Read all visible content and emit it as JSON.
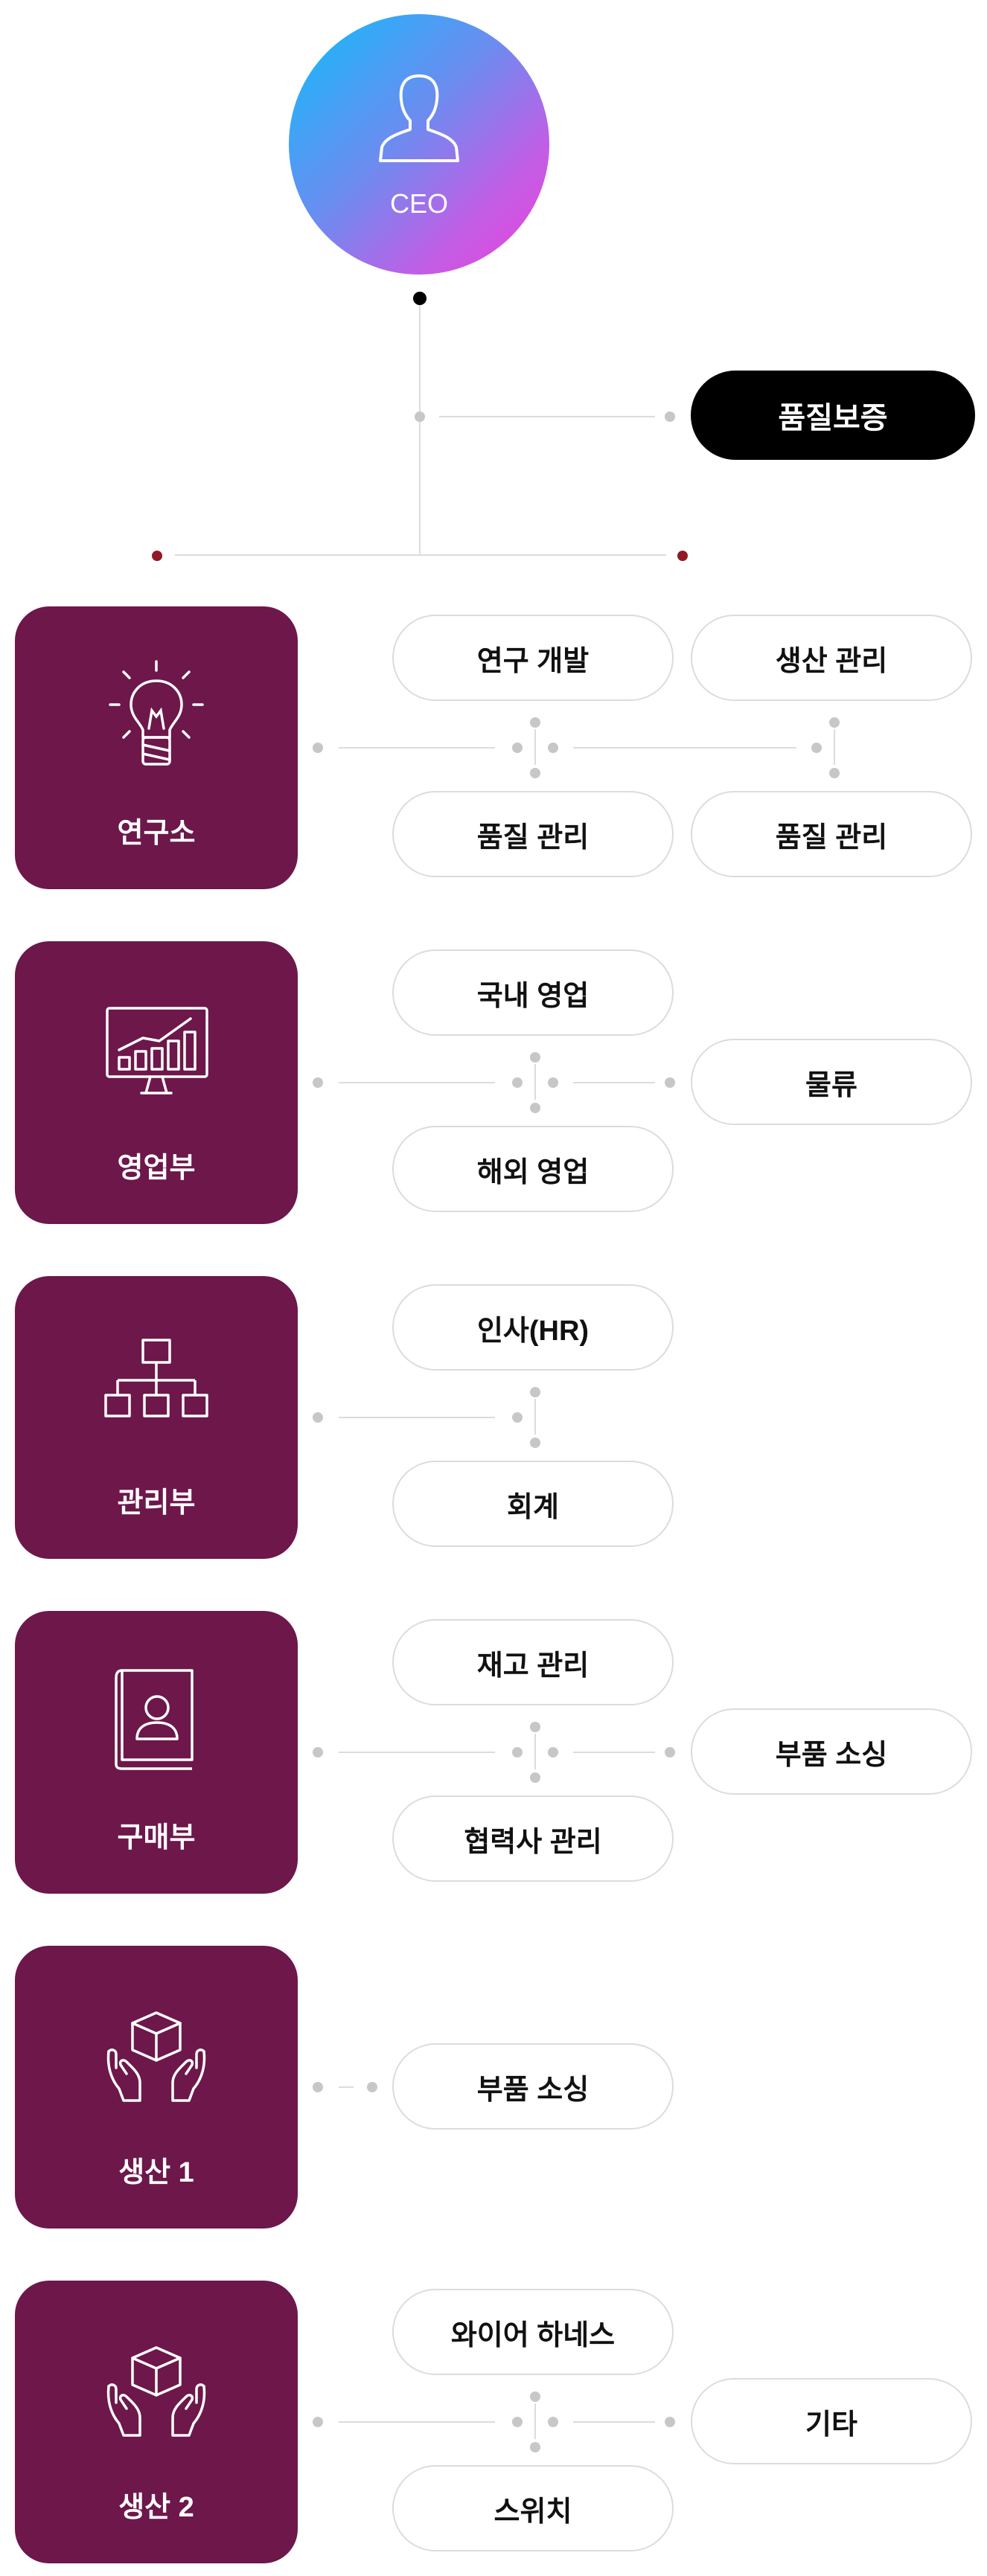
{
  "ceo": {
    "label": "CEO",
    "icon": "person-icon"
  },
  "quality_assurance": {
    "label": "품질보증"
  },
  "departments": [
    {
      "label": "연구소",
      "icon": "lightbulb-icon",
      "teams": [
        "연구 개발",
        "생산 관리",
        "품질 관리",
        "품질 관리"
      ]
    },
    {
      "label": "영업부",
      "icon": "presentation-chart-icon",
      "teams": [
        "국내 영업",
        "물류",
        "해외 영업"
      ]
    },
    {
      "label": "관리부",
      "icon": "org-chart-icon",
      "teams": [
        "인사(HR)",
        "회계"
      ]
    },
    {
      "label": "구매부",
      "icon": "contact-book-icon",
      "teams": [
        "재고 관리",
        "부품 소싱",
        "협력사 관리"
      ]
    },
    {
      "label": "생산 1",
      "icon": "hands-box-icon",
      "teams": [
        "부품 소싱"
      ]
    },
    {
      "label": "생산 2",
      "icon": "hands-box-icon",
      "teams": [
        "와이어 하네스",
        "기타",
        "스위치"
      ]
    }
  ],
  "colors": {
    "department": "#6d174b",
    "qa": "#000000",
    "ceo_gradient_start": "#10bdfb",
    "ceo_gradient_end": "#ee3fd9"
  }
}
